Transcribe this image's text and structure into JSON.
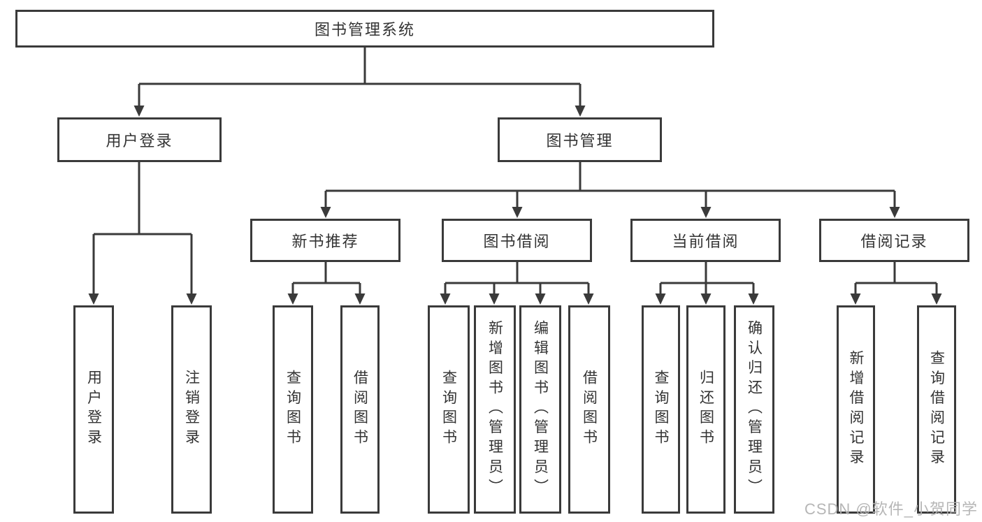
{
  "diagram": {
    "root": "图书管理系统",
    "level2": {
      "user_login": "用户登录",
      "book_management": "图书管理"
    },
    "level3": {
      "new_books": "新书推荐",
      "borrowing": "图书借阅",
      "current": "当前借阅",
      "records": "借阅记录"
    },
    "leaves": {
      "login": "用户登录",
      "logout": "注销登录",
      "nb_query": "查询图书",
      "nb_borrow": "借阅图书",
      "bb_query": "查询图书",
      "bb_add": "新增图书（管理员）",
      "bb_edit": "编辑图书（管理员）",
      "bb_borrow": "借阅图书",
      "cb_query": "查询图书",
      "cb_return": "归还图书",
      "cb_confirm": "确认归还（管理员）",
      "br_add": "新增借阅记录",
      "br_query": "查询借阅记录"
    }
  },
  "watermark": "CSDN @软件_小贺同学",
  "colors": {
    "line": "#3a3a3a",
    "text": "#333333",
    "watermark": "#b2b2b2",
    "background": "#ffffff"
  }
}
